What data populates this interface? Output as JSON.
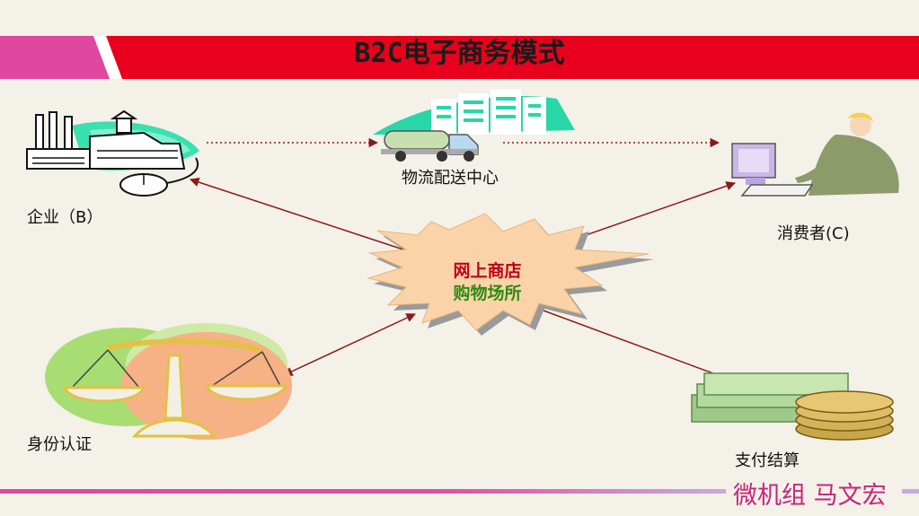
{
  "slide": {
    "title": "B2C电子商务模式",
    "nodes": {
      "enterprise": "企业（B）",
      "logistics": "物流配送中心",
      "consumer": "消费者(C)",
      "identity": "身份认证",
      "payment": "支付结算"
    },
    "center": {
      "line1": "网上商店",
      "line2": "购物场所"
    },
    "signature": "微机组 马文宏"
  },
  "colors": {
    "title_bar": "#e8001c",
    "accent_pink": "#e0479e",
    "center_line1": "#c0001a",
    "center_line2": "#2e8b14",
    "burst_fill": "#fbd3a8",
    "burst_shadow": "#9a9a9a",
    "connector": "#8b1a1a",
    "signature": "#c8247a"
  },
  "icons": [
    "factory-icon",
    "mouse-icon",
    "truck-icon",
    "building-icon",
    "computer-user-icon",
    "scale-icon",
    "money-coins-icon"
  ]
}
